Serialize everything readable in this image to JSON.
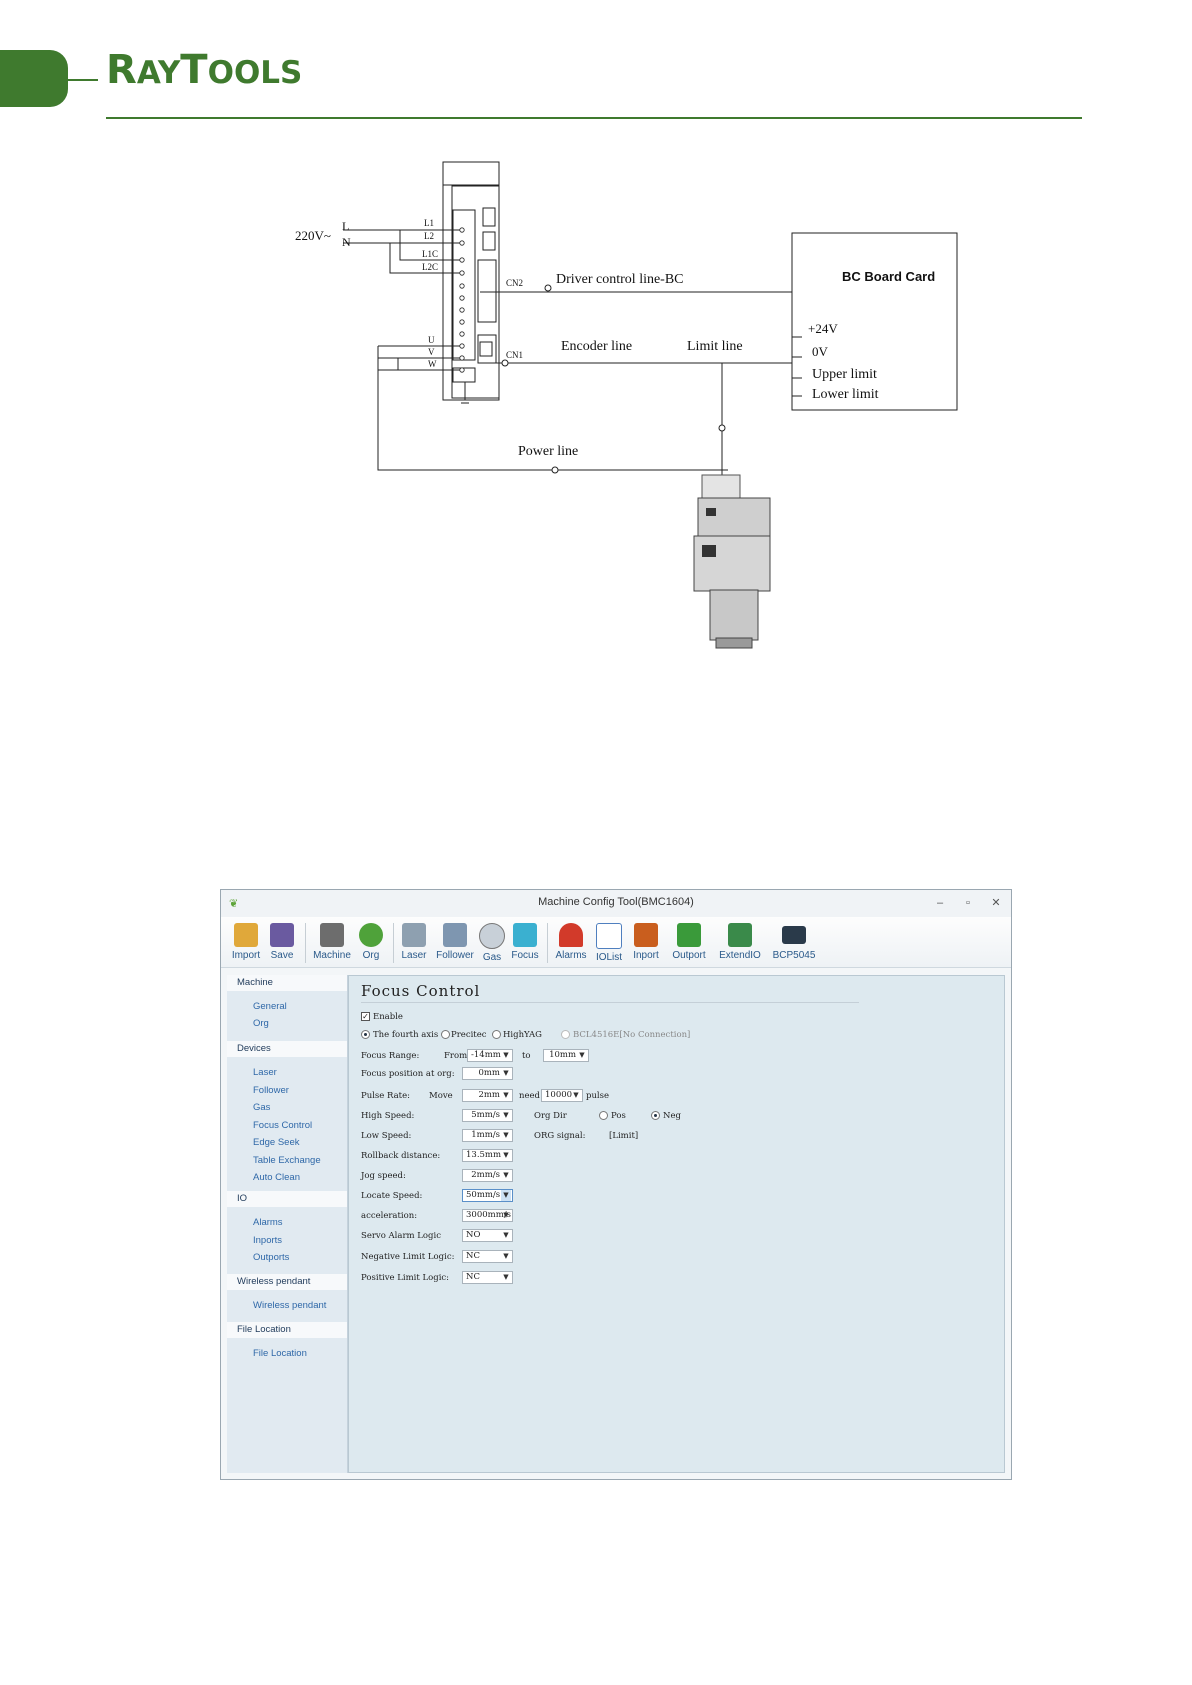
{
  "header": {
    "logo_r": "R",
    "logo_ay": "AY",
    "logo_t": "T",
    "logo_ools": "OOLS"
  },
  "diagram": {
    "voltage": "220V~",
    "l": "L",
    "n": "N",
    "terminals": [
      "L1",
      "L2",
      "L1C",
      "L2C",
      "U",
      "V",
      "W"
    ],
    "cn2": "CN2",
    "cn1": "CN1",
    "driver_control_line": "Driver control line-BC",
    "encoder_line": "Encoder line",
    "limit_line": "Limit line",
    "power_line": "Power line",
    "bc_board": "BC Board Card",
    "bc_pins": [
      "+24V",
      "0V",
      "Upper limit",
      "Lower limit"
    ]
  },
  "window": {
    "title": "Machine Config Tool(BMC1604)",
    "toolbar": [
      {
        "label": "Import",
        "icon": "folder-open-icon",
        "color": "#e0a83a"
      },
      {
        "label": "Save",
        "icon": "floppy-icon",
        "color": "#6a5aa0"
      },
      {
        "label": "Machine",
        "icon": "machine-icon",
        "color": "#6d6d6d"
      },
      {
        "label": "Org",
        "icon": "return-arrow-icon",
        "color": "#4fa23a"
      },
      {
        "label": "Laser",
        "icon": "laser-icon",
        "color": "#8ea0b0"
      },
      {
        "label": "Follower",
        "icon": "follower-icon",
        "color": "#7e96b0"
      },
      {
        "label": "Gas",
        "icon": "gauge-icon",
        "color": "#c8d0d8"
      },
      {
        "label": "Focus",
        "icon": "focus-icon",
        "color": "#3ab0d0"
      },
      {
        "label": "Alarms",
        "icon": "alarm-light-icon",
        "color": "#d23a2a"
      },
      {
        "label": "IOList",
        "icon": "table-icon",
        "color": "#4f7fbf"
      },
      {
        "label": "Inport",
        "icon": "inport-icon",
        "color": "#c95e1e"
      },
      {
        "label": "Outport",
        "icon": "outport-icon",
        "color": "#3a9a3a"
      },
      {
        "label": "ExtendIO",
        "icon": "board-icon",
        "color": "#3a8a4a"
      },
      {
        "label": "BCP5045",
        "icon": "display-icon",
        "color": "#2a3a4a"
      }
    ],
    "sidebar": {
      "machine": "Machine",
      "general": "General",
      "org": "Org",
      "devices": "Devices",
      "laser": "Laser",
      "follower": "Follower",
      "gas": "Gas",
      "focus_control": "Focus Control",
      "edge_seek": "Edge Seek",
      "table_exchange": "Table Exchange",
      "auto_clean": "Auto Clean",
      "io": "IO",
      "alarms": "Alarms",
      "inports": "Inports",
      "outports": "Outports",
      "wireless_section": "Wireless pendant",
      "wireless_item": "Wireless pendant",
      "file_section": "File Location",
      "file_item": "File Location"
    },
    "panel": {
      "title": "Focus Control",
      "enable": "Enable",
      "radio_fourth": "The fourth axis",
      "radio_precitec": "Precitec",
      "radio_highyag": "HighYAG",
      "radio_bcl": "BCL4516E[No Connection]",
      "focus_range": "Focus Range:",
      "from": "From",
      "from_val": "-14mm",
      "to": "to",
      "to_val": "10mm",
      "focus_pos": "Focus position at org:",
      "focus_pos_val": "0mm",
      "pulse_rate": "Pulse Rate:",
      "move": "Move",
      "move_val": "2mm",
      "need": "need",
      "need_val": "10000",
      "pulse": "pulse",
      "high_speed": "High Speed:",
      "high_speed_val": "5mm/s",
      "org_dir": "Org Dir",
      "pos": "Pos",
      "neg": "Neg",
      "low_speed": "Low Speed:",
      "low_speed_val": "1mm/s",
      "org_signal": "ORG signal:",
      "org_signal_val": "[Limit]",
      "rollback": "Rollback distance:",
      "rollback_val": "13.5mm",
      "jog": "Jog speed:",
      "jog_val": "2mm/s",
      "locate": "Locate Speed:",
      "locate_val": "50mm/s",
      "accel": "acceleration:",
      "accel_val": "3000mm/s",
      "servo": "Servo Alarm Logic",
      "servo_val": "NO",
      "neg_limit": "Negative Limit Logic:",
      "neg_limit_val": "NC",
      "pos_limit": "Positive Limit Logic:",
      "pos_limit_val": "NC"
    }
  }
}
